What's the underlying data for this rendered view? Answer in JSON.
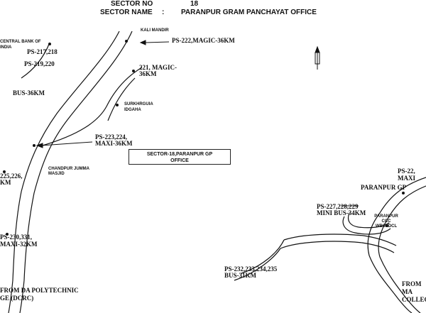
{
  "header": {
    "sector_no_label": "SECTOR NO",
    "sector_no_value": "18",
    "sector_name_label": "SECTOR NAME",
    "colon": ":",
    "sector_name_value": "PARANPUR GRAM PANCHAYAT OFFICE"
  },
  "office_box": {
    "line1": "SECTOR-18,PARANPUR GP",
    "line2": "OFFICE"
  },
  "labels": {
    "central_bank": "CENTRAL BANK OF INDIA",
    "kali_mandir": "KALI MANDIR",
    "ps_217": "PS-217,218",
    "ps_219": "PS-219,220",
    "ps_222": "PS-222,MAGIC-36KM",
    "bus_36": "BUS-36KM",
    "ps_221": "221, MAGIC-36KM",
    "idgaha": "SURKHRGUIA IDGAHA",
    "ps_223": "PS-223,224, MAXI-36KM",
    "chandpur": "CHANDPUR JUMMA MASJID",
    "ps_225": "225,226, KM",
    "ps_230": "PS-230,331, MAXI-32KM",
    "from_college": "FROM DA POLYTECHNIC GE (DCRC)",
    "ps_r1": "PS-22, MAXI",
    "paranpur": "PARANPUR GP",
    "ps_227": "PS-227,228,229",
    "mini_bus": "MINI BUS-34KM",
    "ccc": "PARANPUR CCC WBSEDCL",
    "ps_232": "PS-232,233,234,235",
    "bus_31": "BUS-31KM",
    "from_r": "FROM MA COLLEGE"
  }
}
